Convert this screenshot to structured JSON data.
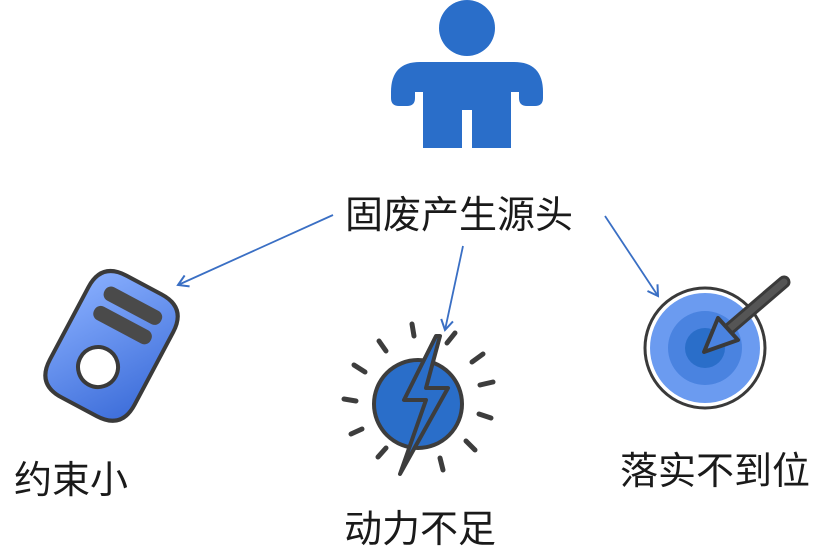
{
  "center": {
    "label": "固废产生源头",
    "icon": "person-icon"
  },
  "causes": [
    {
      "label": "约束小",
      "icon": "tag-icon"
    },
    {
      "label": "动力不足",
      "icon": "lightning-sun-icon"
    },
    {
      "label": "落实不到位",
      "icon": "target-arrow-icon"
    }
  ],
  "colors": {
    "primary_blue": "#2a6ec9",
    "light_blue": "#6b9bf0",
    "dark_outline": "#3a3a3a",
    "arrow": "#3a6fc4",
    "ray": "#3d3d3d"
  }
}
